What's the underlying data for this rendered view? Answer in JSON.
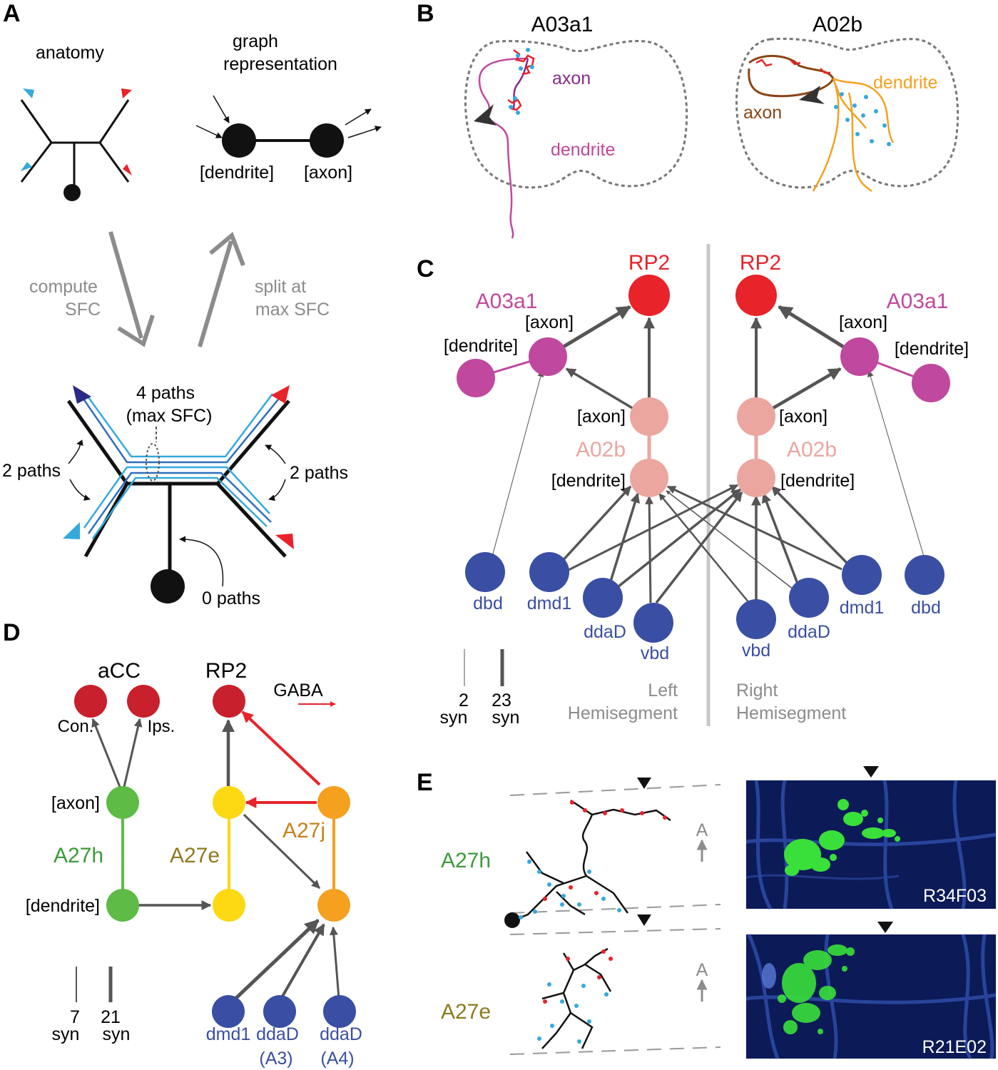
{
  "colors": {
    "red": "#e8232a",
    "darkred": "#c8202c",
    "magenta": "#c0489e",
    "purple": "#8a2a8e",
    "pink": "#eba6a0",
    "blue": "#3a4ea3",
    "lightblue": "#35a9dd",
    "midblue": "#2f6fba",
    "navy": "#2b2a85",
    "green": "#5dbb46",
    "greentext": "#3d9a3a",
    "yellow": "#fcd912",
    "yellowtext": "#8c7a1e",
    "orange": "#f5a01f",
    "orangetext": "#c8811b",
    "gray": "#8c8c8c",
    "darkgray": "#555555",
    "brown": "#8b4513",
    "fluor": "#39e03a",
    "micro_bg": "#0c1a58"
  },
  "panel_A": {
    "letter": "A",
    "anatomy_label": "anatomy",
    "graph_title_1": "graph",
    "graph_title_2": "representation",
    "node_dendrite": "[dendrite]",
    "node_axon": "[axon]",
    "compute_1": "compute",
    "compute_2": "SFC",
    "split_1": "split at",
    "split_2": "max SFC",
    "paths4_1": "4 paths",
    "paths4_2": "(max SFC)",
    "paths2_left": "2 paths",
    "paths2_right": "2 paths",
    "paths0": "0 paths"
  },
  "panel_B": {
    "letter": "B",
    "neuron1_title": "A03a1",
    "neuron1_axon": "axon",
    "neuron1_dendrite": "dendrite",
    "neuron2_title": "A02b",
    "neuron2_axon": "axon",
    "neuron2_dendrite": "dendrite"
  },
  "panel_C": {
    "letter": "C",
    "rp2_left": "RP2",
    "rp2_right": "RP2",
    "a03a1_left": "A03a1",
    "a03a1_right": "A03a1",
    "axon_l1": "[axon]",
    "dendrite_l1": "[dendrite]",
    "axon_r1": "[axon]",
    "dendrite_r1": "[dendrite]",
    "axon_l2": "[axon]",
    "a02b_left": "A02b",
    "dendrite_l2": "[dendrite]",
    "axon_r2": "[axon]",
    "a02b_right": "A02b",
    "dendrite_r2": "[dendrite]",
    "sensory_left": [
      "dbd",
      "dmd1",
      "ddaD",
      "vbd"
    ],
    "sensory_right": [
      "vbd",
      "ddaD",
      "dmd1",
      "dbd"
    ],
    "scale_small_n": "2",
    "scale_small_u": "syn",
    "scale_big_n": "23",
    "scale_big_u": "syn",
    "left_hemi_1": "Left",
    "left_hemi_2": "Hemisegment",
    "right_hemi_1": "Right",
    "right_hemi_2": "Hemisegment"
  },
  "panel_D": {
    "letter": "D",
    "acc": "aCC",
    "rp2": "RP2",
    "gaba": "GABA",
    "con": "Con.",
    "ips": "Ips.",
    "axon": "[axon]",
    "dendrite": "[dendrite]",
    "a27h": "A27h",
    "a27e": "A27e",
    "a27j": "A27j",
    "dmd1": "dmd1",
    "ddad_a3": "ddaD",
    "a3": "(A3)",
    "ddad_a4": "ddaD",
    "a4": "(A4)",
    "scale_small_n": "7",
    "scale_small_u": "syn",
    "scale_big_n": "21",
    "scale_big_u": "syn"
  },
  "panel_E": {
    "letter": "E",
    "neuron_top": "A27h",
    "neuron_bottom": "A27e",
    "anterior_top": "A",
    "anterior_bottom": "A",
    "line_top": "R34F03",
    "line_bottom": "R21E02"
  }
}
